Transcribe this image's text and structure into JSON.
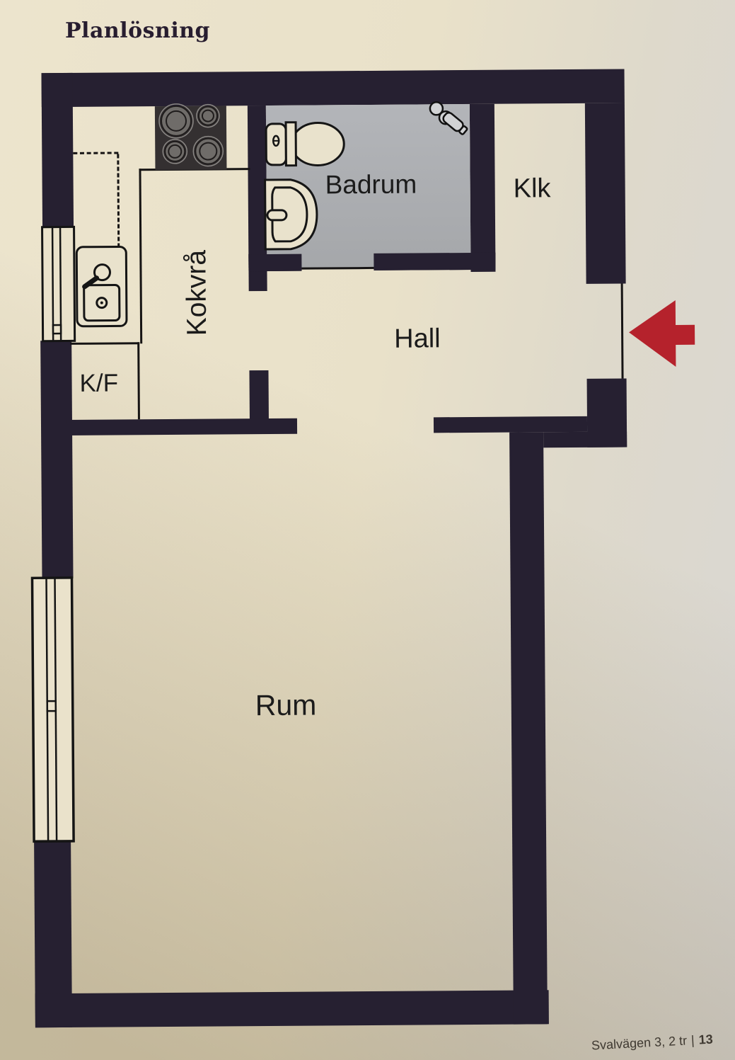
{
  "title": "Planlösning",
  "rooms": {
    "kokvra": {
      "label": "Kokvrå"
    },
    "badrum": {
      "label": "Badrum"
    },
    "klk": {
      "label": "Klk"
    },
    "hall": {
      "label": "Hall"
    },
    "rum": {
      "label": "Rum"
    },
    "kf": {
      "label": "K/F"
    }
  },
  "footer": {
    "address": "Svalvägen 3, 2 tr",
    "separator": "|",
    "page": "13"
  },
  "icons": [
    "stove-icon",
    "kitchen-sink-icon",
    "toilet-icon",
    "bathroom-sink-icon",
    "shower-icon",
    "entrance-arrow-icon",
    "kitchen-window-icon",
    "room-window-icon"
  ],
  "colors": {
    "wall": "#262031",
    "ink": "#161414",
    "label": "#1b1b1b",
    "title": "#271d2f",
    "footer": "#3f3931",
    "arrow": "#b5222c",
    "bath_floor": "#adafb3",
    "fixture": "#e9e2cc",
    "stove_bg": "#343031",
    "burner": "#6f6c69",
    "paper": "#e9e1c9"
  }
}
